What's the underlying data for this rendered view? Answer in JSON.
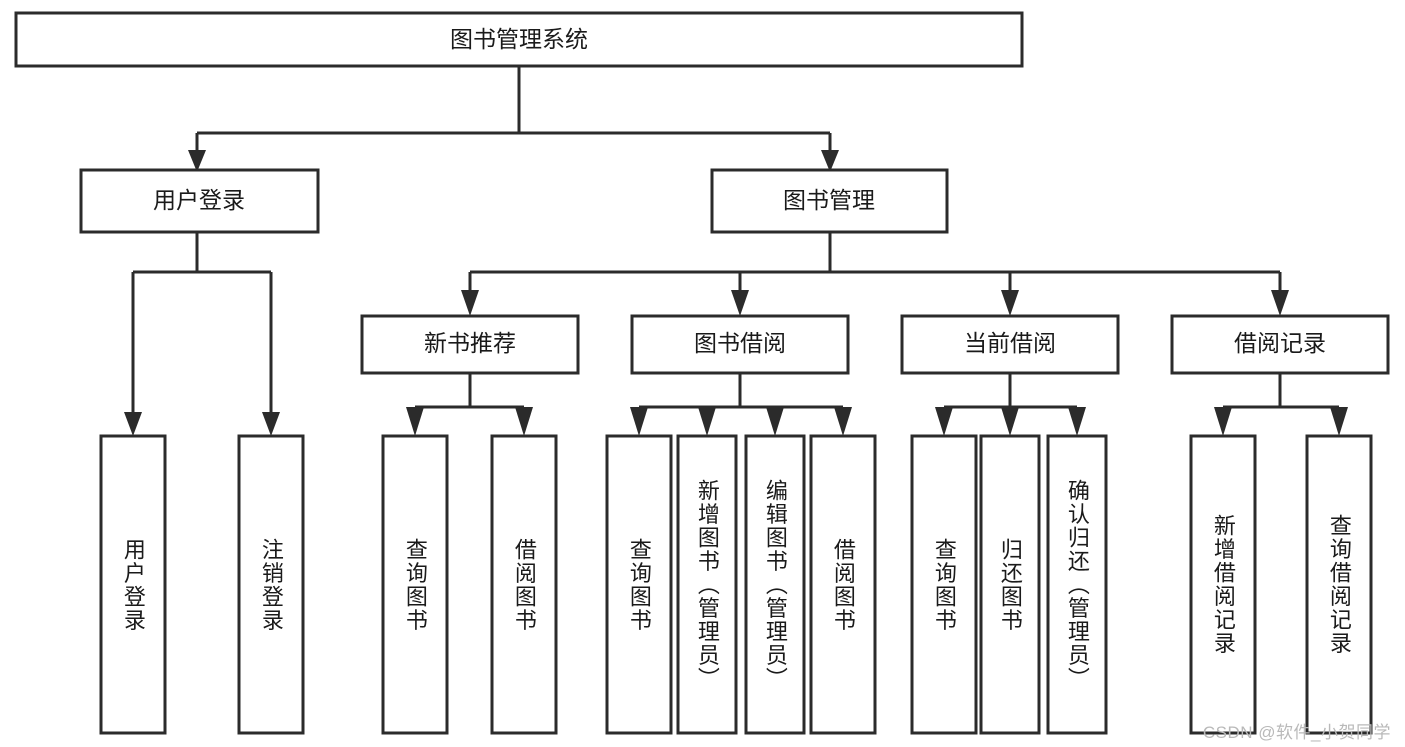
{
  "diagram": {
    "type": "tree-hierarchy-chart",
    "title": "图书管理系统",
    "watermark": "CSDN @软件_小贺同学",
    "root": {
      "id": "root",
      "label": "图书管理系统",
      "orientation": "horizontal"
    },
    "level2": [
      {
        "id": "user-login",
        "label": "用户登录",
        "orientation": "horizontal"
      },
      {
        "id": "book-management",
        "label": "图书管理",
        "orientation": "horizontal"
      }
    ],
    "level3": [
      {
        "id": "new-book-recommend",
        "label": "新书推荐",
        "orientation": "horizontal",
        "parent": "book-management"
      },
      {
        "id": "book-borrow",
        "label": "图书借阅",
        "orientation": "horizontal",
        "parent": "book-management"
      },
      {
        "id": "current-borrow",
        "label": "当前借阅",
        "orientation": "horizontal",
        "parent": "book-management"
      },
      {
        "id": "borrow-record",
        "label": "借阅记录",
        "orientation": "horizontal",
        "parent": "book-management"
      }
    ],
    "leaves": [
      {
        "id": "leaf-user-login",
        "label": "用户登录",
        "orientation": "vertical",
        "parent": "user-login"
      },
      {
        "id": "leaf-logout-login",
        "label": "注销登录",
        "orientation": "vertical",
        "parent": "user-login"
      },
      {
        "id": "leaf-query-book-1",
        "label": "查询图书",
        "orientation": "vertical",
        "parent": "new-book-recommend"
      },
      {
        "id": "leaf-borrow-book-1",
        "label": "借阅图书",
        "orientation": "vertical",
        "parent": "new-book-recommend"
      },
      {
        "id": "leaf-query-book-2",
        "label": "查询图书",
        "orientation": "vertical",
        "parent": "book-borrow"
      },
      {
        "id": "leaf-add-book",
        "label": "新增图书（管理员）",
        "orientation": "vertical",
        "parent": "book-borrow"
      },
      {
        "id": "leaf-edit-book",
        "label": "编辑图书（管理员）",
        "orientation": "vertical",
        "parent": "book-borrow"
      },
      {
        "id": "leaf-borrow-book-2",
        "label": "借阅图书",
        "orientation": "vertical",
        "parent": "book-borrow"
      },
      {
        "id": "leaf-query-book-3",
        "label": "查询图书",
        "orientation": "vertical",
        "parent": "current-borrow"
      },
      {
        "id": "leaf-return-book",
        "label": "归还图书",
        "orientation": "vertical",
        "parent": "current-borrow"
      },
      {
        "id": "leaf-confirm-return",
        "label": "确认归还（管理员）",
        "orientation": "vertical",
        "parent": "current-borrow"
      },
      {
        "id": "leaf-add-record",
        "label": "新增借阅记录",
        "orientation": "vertical",
        "parent": "borrow-record"
      },
      {
        "id": "leaf-query-record",
        "label": "查询借阅记录",
        "orientation": "vertical",
        "parent": "borrow-record"
      }
    ],
    "colors": {
      "stroke": "#2b2b2b",
      "fill": "#ffffff",
      "text": "#1a1a1a",
      "watermark": "#b9b9b9",
      "background": "#ffffff"
    }
  }
}
